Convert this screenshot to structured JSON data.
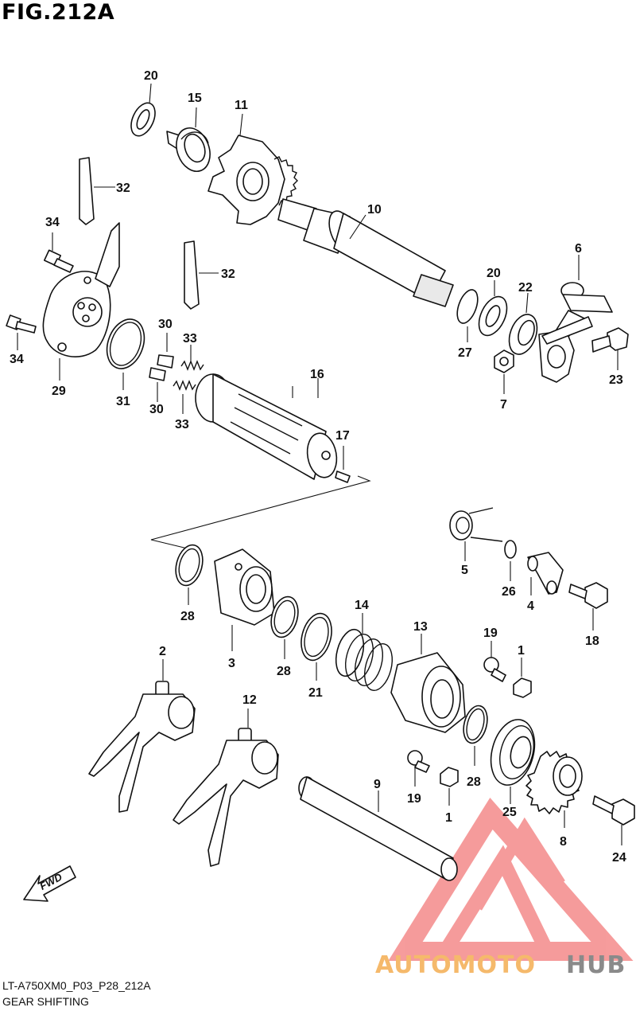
{
  "figure": {
    "title": "FIG.212A",
    "model_code": "LT-A750XM0_P03_P28_212A",
    "section_name": "GEAR SHIFTING",
    "direction_label": "FWD"
  },
  "callouts": [
    {
      "key": "20a",
      "label": "20"
    },
    {
      "key": "15",
      "label": "15"
    },
    {
      "key": "11",
      "label": "11"
    },
    {
      "key": "32a",
      "label": "32"
    },
    {
      "key": "34a",
      "label": "34"
    },
    {
      "key": "10",
      "label": "10"
    },
    {
      "key": "32b",
      "label": "32"
    },
    {
      "key": "6",
      "label": "6"
    },
    {
      "key": "20b",
      "label": "20"
    },
    {
      "key": "22",
      "label": "22"
    },
    {
      "key": "34b",
      "label": "34"
    },
    {
      "key": "27",
      "label": "27"
    },
    {
      "key": "23",
      "label": "23"
    },
    {
      "key": "7",
      "label": "7"
    },
    {
      "key": "30a",
      "label": "30"
    },
    {
      "key": "33a",
      "label": "33"
    },
    {
      "key": "16",
      "label": "16"
    },
    {
      "key": "29",
      "label": "29"
    },
    {
      "key": "31",
      "label": "31"
    },
    {
      "key": "30b",
      "label": "30"
    },
    {
      "key": "33b",
      "label": "33"
    },
    {
      "key": "17",
      "label": "17"
    },
    {
      "key": "5",
      "label": "5"
    },
    {
      "key": "26",
      "label": "26"
    },
    {
      "key": "4",
      "label": "4"
    },
    {
      "key": "28a",
      "label": "28"
    },
    {
      "key": "14",
      "label": "14"
    },
    {
      "key": "13",
      "label": "13"
    },
    {
      "key": "18",
      "label": "18"
    },
    {
      "key": "3",
      "label": "3"
    },
    {
      "key": "28b",
      "label": "28"
    },
    {
      "key": "21",
      "label": "21"
    },
    {
      "key": "19a",
      "label": "19"
    },
    {
      "key": "1a",
      "label": "1"
    },
    {
      "key": "2",
      "label": "2"
    },
    {
      "key": "12",
      "label": "12"
    },
    {
      "key": "9",
      "label": "9"
    },
    {
      "key": "19b",
      "label": "19"
    },
    {
      "key": "28c",
      "label": "28"
    },
    {
      "key": "25",
      "label": "25"
    },
    {
      "key": "1b",
      "label": "1"
    },
    {
      "key": "8",
      "label": "8"
    },
    {
      "key": "24",
      "label": "24"
    }
  ],
  "watermark": {
    "text_part1": "AUTOMOTO",
    "text_part2": "HUB",
    "color_part1": "#f5b96b",
    "color_part2": "#8a8a8a",
    "logo_color": "#ee4b4b"
  }
}
